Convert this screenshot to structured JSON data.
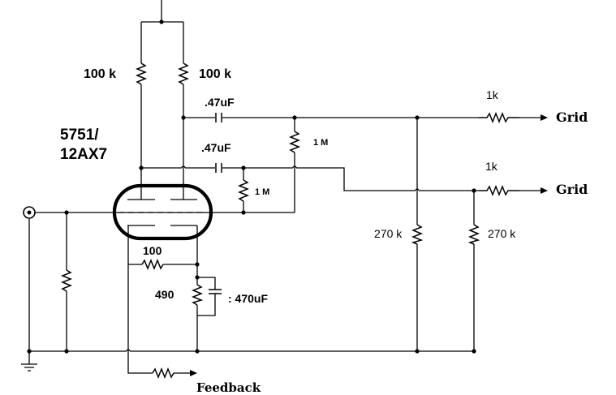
{
  "labels": {
    "r_plate_left": "100 k",
    "r_plate_right": "100 k",
    "tube": [
      "5751/",
      "12AX7"
    ],
    "cap_top": ".47uF",
    "cap_mid": ".47uF",
    "r_grid_top": "1 M",
    "r_grid_bottom": "1 M",
    "r_stop_top": "1k",
    "r_stop_bottom": "1k",
    "out_top": "Grid",
    "out_bottom": "Grid",
    "r_tail_left": "270 k",
    "r_tail_right": "270 k",
    "r_cathode_top": "100",
    "r_cathode": "490",
    "c_cathode": ": 470uF",
    "feedback": "Feedback"
  }
}
